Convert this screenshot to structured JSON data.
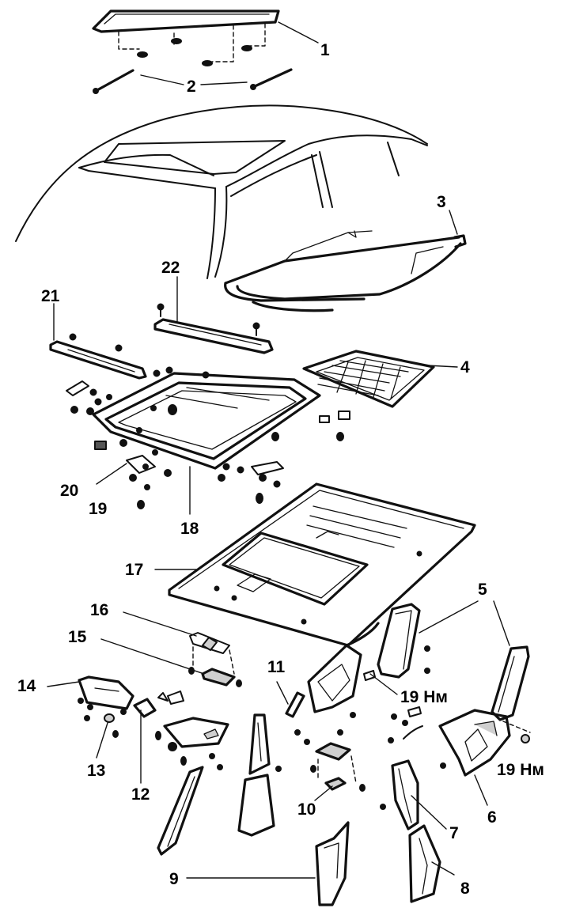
{
  "callouts": {
    "c1": "1",
    "c2": "2",
    "c3": "3",
    "c4": "4",
    "c5": "5",
    "c6": "6",
    "c7": "7",
    "c8": "8",
    "c9": "9",
    "c10": "10",
    "c11": "11",
    "c12": "12",
    "c13": "13",
    "c14": "14",
    "c15": "15",
    "c16": "16",
    "c17": "17",
    "c18": "18",
    "c19": "19",
    "c19nm_a": "19 Нм",
    "c19nm_b": "19 Нм",
    "c20": "20",
    "c21": "21",
    "c22": "22"
  },
  "colors": {
    "ink": "#111111",
    "background": "#ffffff"
  }
}
